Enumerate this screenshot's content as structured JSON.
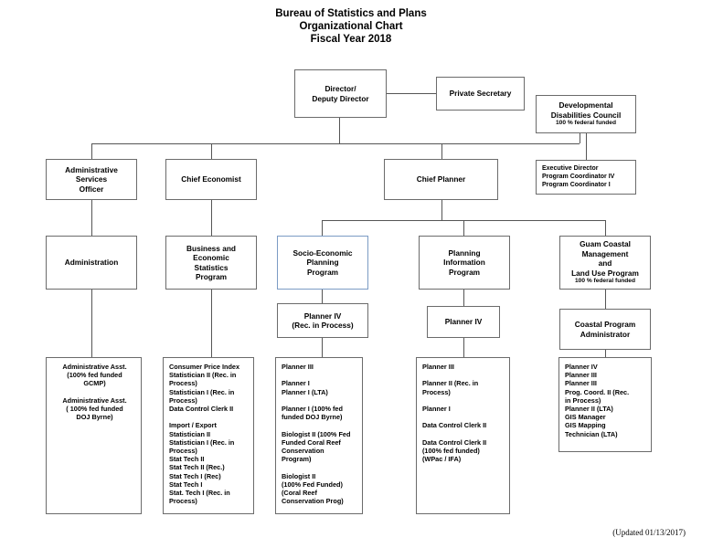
{
  "title": {
    "line1": "Bureau of Statistics and Plans",
    "line2": "Organizational Chart",
    "line3": "Fiscal Year 2018"
  },
  "nodes": {
    "director": "Director/\nDeputy Director",
    "private_secretary": "Private Secretary",
    "ddc_title": "Developmental\nDisabilities Council",
    "ddc_note": "100 % federal funded",
    "ddc_staff": "Executive Director\nProgram Coordinator IV\nProgram Coordinator I",
    "admin_services_officer": "Administrative\nServices\nOfficer",
    "chief_economist": "Chief Economist",
    "chief_planner": "Chief Planner",
    "administration": "Administration",
    "business_economic": "Business and\nEconomic\nStatistics\nProgram",
    "socio_economic": "Socio-Economic\nPlanning\nProgram",
    "planning_information": "Planning\nInformation\nProgram",
    "guam_coastal_title": "Guam Coastal\nManagement\nand\nLand Use Program",
    "guam_coastal_note": "100 % federal funded",
    "planner_iv_socio": "Planner IV\n(Rec. in Process)",
    "planner_iv_planning": "Planner IV",
    "coastal_program_admin": "Coastal Program\nAdministrator",
    "admin_staff": "Administrative Asst.\n (100% fed funded\n      GCMP)\n\nAdministrative Asst.\n ( 100% fed funded\n      DOJ Byrne)",
    "business_staff": "Consumer Price Index\nStatistician II (Rec. in\nProcess)\nStatistician I (Rec. in\nProcess)\nData Control Clerk II\n\n      Import / Export\nStatistician II\nStatistician I (Rec. in\nProcess)\nStat Tech II\nStat Tech II (Rec.)\nStat Tech I (Rec)\nStat Tech I\nStat. Tech I (Rec. in\nProcess)",
    "socio_staff": "Planner III\n\nPlanner I\nPlanner I (LTA)\n\nPlanner I  (100% fed\nfunded DOJ Byrne)\n\nBiologist II (100% Fed\nFunded Coral Reef\nConservation\nProgram)\n\nBiologist II\n(100% Fed Funded)\n(Coral Reef\nConservation Prog)",
    "planning_staff": "Planner III\n\nPlanner II (Rec. in\nProcess)\n\nPlanner I\n\nData Control Clerk II\n\nData Control Clerk II\n  (100% fed funded)\n       (WPac / IFA)",
    "coastal_staff": "Planner IV\nPlanner III\nPlanner III\nProg. Coord. II (Rec.\n     in Process)\nPlanner II (LTA)\nGIS Manager\nGIS Mapping\n     Technician (LTA)"
  },
  "footer": "(Updated 01/13/2017)",
  "colors": {
    "box_border": "#6b6b6b",
    "accent_border": "#7b9bc4",
    "line": "#555555",
    "background": "#ffffff"
  }
}
